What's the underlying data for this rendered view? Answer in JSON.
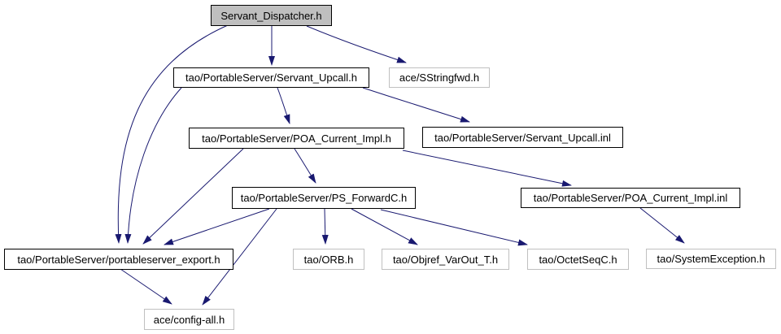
{
  "diagram": {
    "type": "include-dependency-graph",
    "root": "Servant_Dispatcher.h"
  },
  "colors": {
    "background": "#ffffff",
    "edge": "#191970",
    "text": "#000000",
    "internal_node_border": "#000000",
    "external_node_border": "#c0c0c0",
    "root_node_fill": "#bfbfbf",
    "node_fill": "#ffffff"
  },
  "nodes": [
    {
      "id": "servant-dispatcher-h",
      "label": "Servant_Dispatcher.h",
      "kind": "root"
    },
    {
      "id": "servant-upcall-h",
      "label": "tao/PortableServer/Servant_Upcall.h",
      "kind": "internal"
    },
    {
      "id": "sstringfwd-h",
      "label": "ace/SStringfwd.h",
      "kind": "external"
    },
    {
      "id": "poa-current-impl-h",
      "label": "tao/PortableServer/POA_Current_Impl.h",
      "kind": "internal"
    },
    {
      "id": "servant-upcall-inl",
      "label": "tao/PortableServer/Servant_Upcall.inl",
      "kind": "internal"
    },
    {
      "id": "ps-forwardc-h",
      "label": "tao/PortableServer/PS_ForwardC.h",
      "kind": "internal"
    },
    {
      "id": "poa-current-impl-inl",
      "label": "tao/PortableServer/POA_Current_Impl.inl",
      "kind": "internal"
    },
    {
      "id": "portableserver-export-h",
      "label": "tao/PortableServer/portableserver_export.h",
      "kind": "internal"
    },
    {
      "id": "orb-h",
      "label": "tao/ORB.h",
      "kind": "external"
    },
    {
      "id": "objref-varout-t-h",
      "label": "tao/Objref_VarOut_T.h",
      "kind": "external"
    },
    {
      "id": "octetseqc-h",
      "label": "tao/OctetSeqC.h",
      "kind": "external"
    },
    {
      "id": "systemexception-h",
      "label": "tao/SystemException.h",
      "kind": "external"
    },
    {
      "id": "config-all-h",
      "label": "ace/config-all.h",
      "kind": "external"
    }
  ],
  "edges": [
    {
      "from": "servant-dispatcher-h",
      "to": "servant-upcall-h"
    },
    {
      "from": "servant-dispatcher-h",
      "to": "sstringfwd-h"
    },
    {
      "from": "servant-dispatcher-h",
      "to": "portableserver-export-h"
    },
    {
      "from": "servant-upcall-h",
      "to": "poa-current-impl-h"
    },
    {
      "from": "servant-upcall-h",
      "to": "servant-upcall-inl"
    },
    {
      "from": "servant-upcall-h",
      "to": "portableserver-export-h"
    },
    {
      "from": "poa-current-impl-h",
      "to": "ps-forwardc-h"
    },
    {
      "from": "poa-current-impl-h",
      "to": "poa-current-impl-inl"
    },
    {
      "from": "poa-current-impl-h",
      "to": "portableserver-export-h"
    },
    {
      "from": "ps-forwardc-h",
      "to": "portableserver-export-h"
    },
    {
      "from": "ps-forwardc-h",
      "to": "config-all-h"
    },
    {
      "from": "ps-forwardc-h",
      "to": "orb-h"
    },
    {
      "from": "ps-forwardc-h",
      "to": "objref-varout-t-h"
    },
    {
      "from": "ps-forwardc-h",
      "to": "octetseqc-h"
    },
    {
      "from": "portableserver-export-h",
      "to": "config-all-h"
    },
    {
      "from": "poa-current-impl-inl",
      "to": "systemexception-h"
    }
  ]
}
